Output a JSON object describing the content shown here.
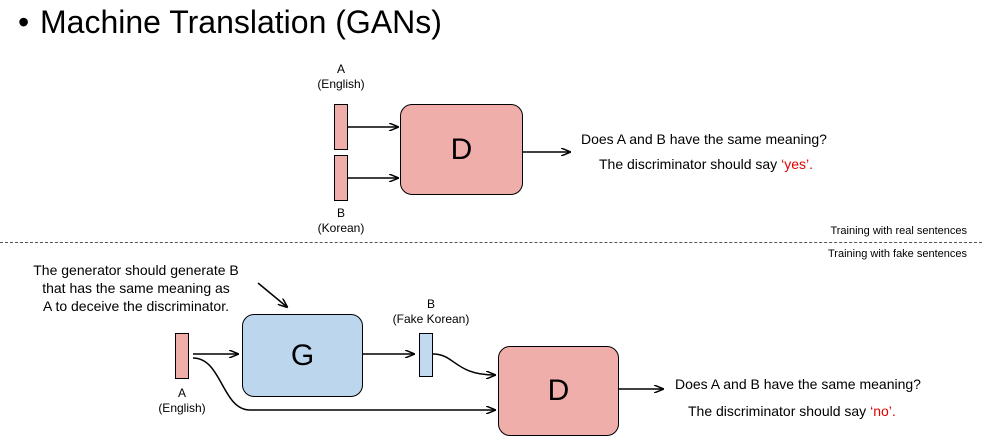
{
  "title": "Machine Translation (GANs)",
  "top": {
    "a_label": "A",
    "a_sublabel": "(English)",
    "b_label": "B",
    "b_sublabel": "(Korean)",
    "discriminator_label": "D",
    "question": "Does A and B have the same meaning?",
    "answer_prefix": "The discriminator should say ",
    "answer_value": "‘yes’.",
    "section_label": "Training with real sentences"
  },
  "bottom": {
    "section_label": "Training with fake sentences",
    "generator_note": [
      "The generator should generate B",
      "that has the same meaning as",
      "A to deceive the discriminator."
    ],
    "a_label": "A",
    "a_sublabel": "(English)",
    "b_label": "B",
    "b_sublabel": "(Fake Korean)",
    "generator_label": "G",
    "discriminator_label": "D",
    "question": "Does  A and B have the same meaning?",
    "answer_prefix": "The discriminator should say ",
    "answer_value": "‘no’."
  },
  "colors": {
    "red_fill": "#f0aeaa",
    "blue_fill": "#bcd6ee",
    "answer_red": "#e00000"
  }
}
